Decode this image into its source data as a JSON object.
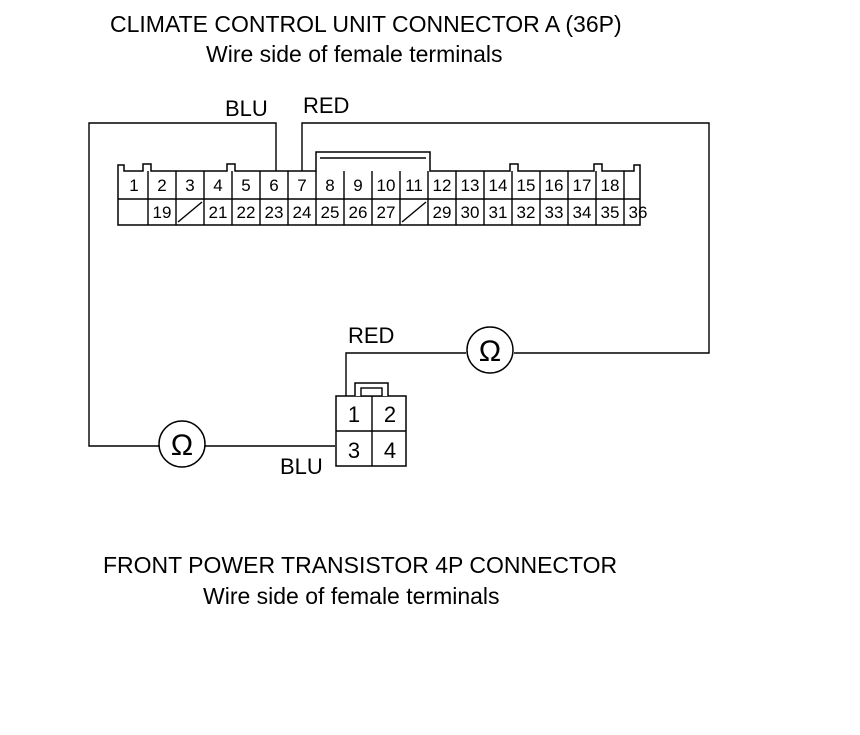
{
  "connector_a": {
    "title": "CLIMATE CONTROL UNIT CONNECTOR A (36P)",
    "subtitle": "Wire side of female terminals",
    "top_row": [
      "1",
      "2",
      "3",
      "4",
      "5",
      "6",
      "7",
      "8",
      "9",
      "10",
      "11",
      "12",
      "13",
      "14",
      "15",
      "16",
      "17",
      "18"
    ],
    "bottom_row": [
      "",
      "19",
      "",
      "21",
      "22",
      "23",
      "24",
      "25",
      "26",
      "27",
      "",
      "29",
      "30",
      "31",
      "32",
      "33",
      "34",
      "35",
      "36"
    ],
    "blocked_cells": [
      2,
      10
    ]
  },
  "connector_b": {
    "title": "FRONT POWER TRANSISTOR 4P CONNECTOR",
    "subtitle": "Wire side of female terminals",
    "pins": [
      "1",
      "2",
      "3",
      "4"
    ]
  },
  "wires": {
    "blu_top": "BLU",
    "red_top": "RED",
    "red_mid": "RED",
    "blu_bottom": "BLU"
  },
  "meters": {
    "symbol": "Ω",
    "icon": "ohmmeter-icon"
  }
}
